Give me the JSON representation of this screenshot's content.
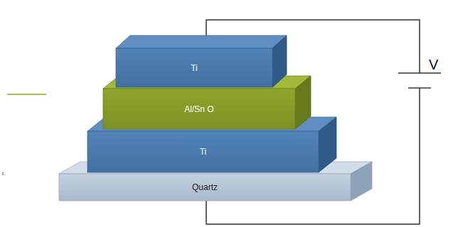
{
  "diagram": {
    "nodes": [
      {
        "text": [
          "Ti"
        ]
      },
      {
        "text": [
          "Al/Sn O"
        ]
      },
      {
        "text": [
          "Ti"
        ]
      },
      {
        "text": [
          "Quartz"
        ]
      }
    ],
    "labels": [
      "V",
      "i."
    ]
  }
}
